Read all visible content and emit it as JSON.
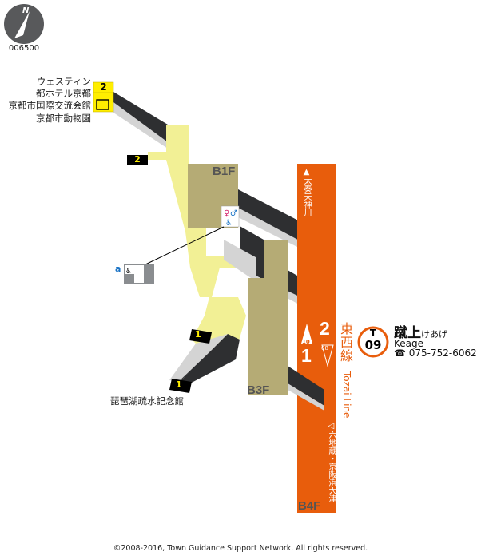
{
  "compass": {
    "north": "N",
    "code": "006500"
  },
  "exit2": {
    "number": "2",
    "destinations": [
      "ウェスティン",
      "都ホテル京都",
      "京都市国際交流会館",
      "京都市動物園"
    ],
    "has_elevator": true,
    "has_escalator": true
  },
  "exit2_marker": "2",
  "exit1": {
    "number": "1",
    "destination": "琵琶湖疏水記念館"
  },
  "exit1_upper_marker": "1",
  "floors": {
    "b1f": "B1F",
    "b3f": "B3F",
    "b4f": "B4F"
  },
  "facility_a": {
    "label": "a",
    "icons": [
      "wheelchair-icon",
      "ostomate-icon",
      "baby-bed-icon"
    ]
  },
  "toilet": {
    "icons": [
      "restroom-icon",
      "accessible-toilet-icon"
    ]
  },
  "line": {
    "name_jp": "東西線",
    "name_en": "Tozai Line",
    "color": "#e85d0c",
    "direction_north": "▲太秦天神川",
    "direction_south": "◁六地蔵・京阪浜大津",
    "platform1": "1",
    "platform2": "2",
    "platform1_car": "10",
    "platform2_car": "08"
  },
  "station": {
    "line_code": "T",
    "number": "09",
    "name_jp": "蹴上",
    "kana": "けあげ",
    "name_en": "Keage",
    "phone": "075-752-6062"
  },
  "copyright": "©2008-2016, Town Guidance Support Network. All rights reserved.",
  "colors": {
    "corridor": "#f2f095",
    "concourse": "#b5ab75",
    "stairs": "#2e2f31",
    "stairs_shadow": "#d4d4d4",
    "exit_box": "#ffee00"
  }
}
